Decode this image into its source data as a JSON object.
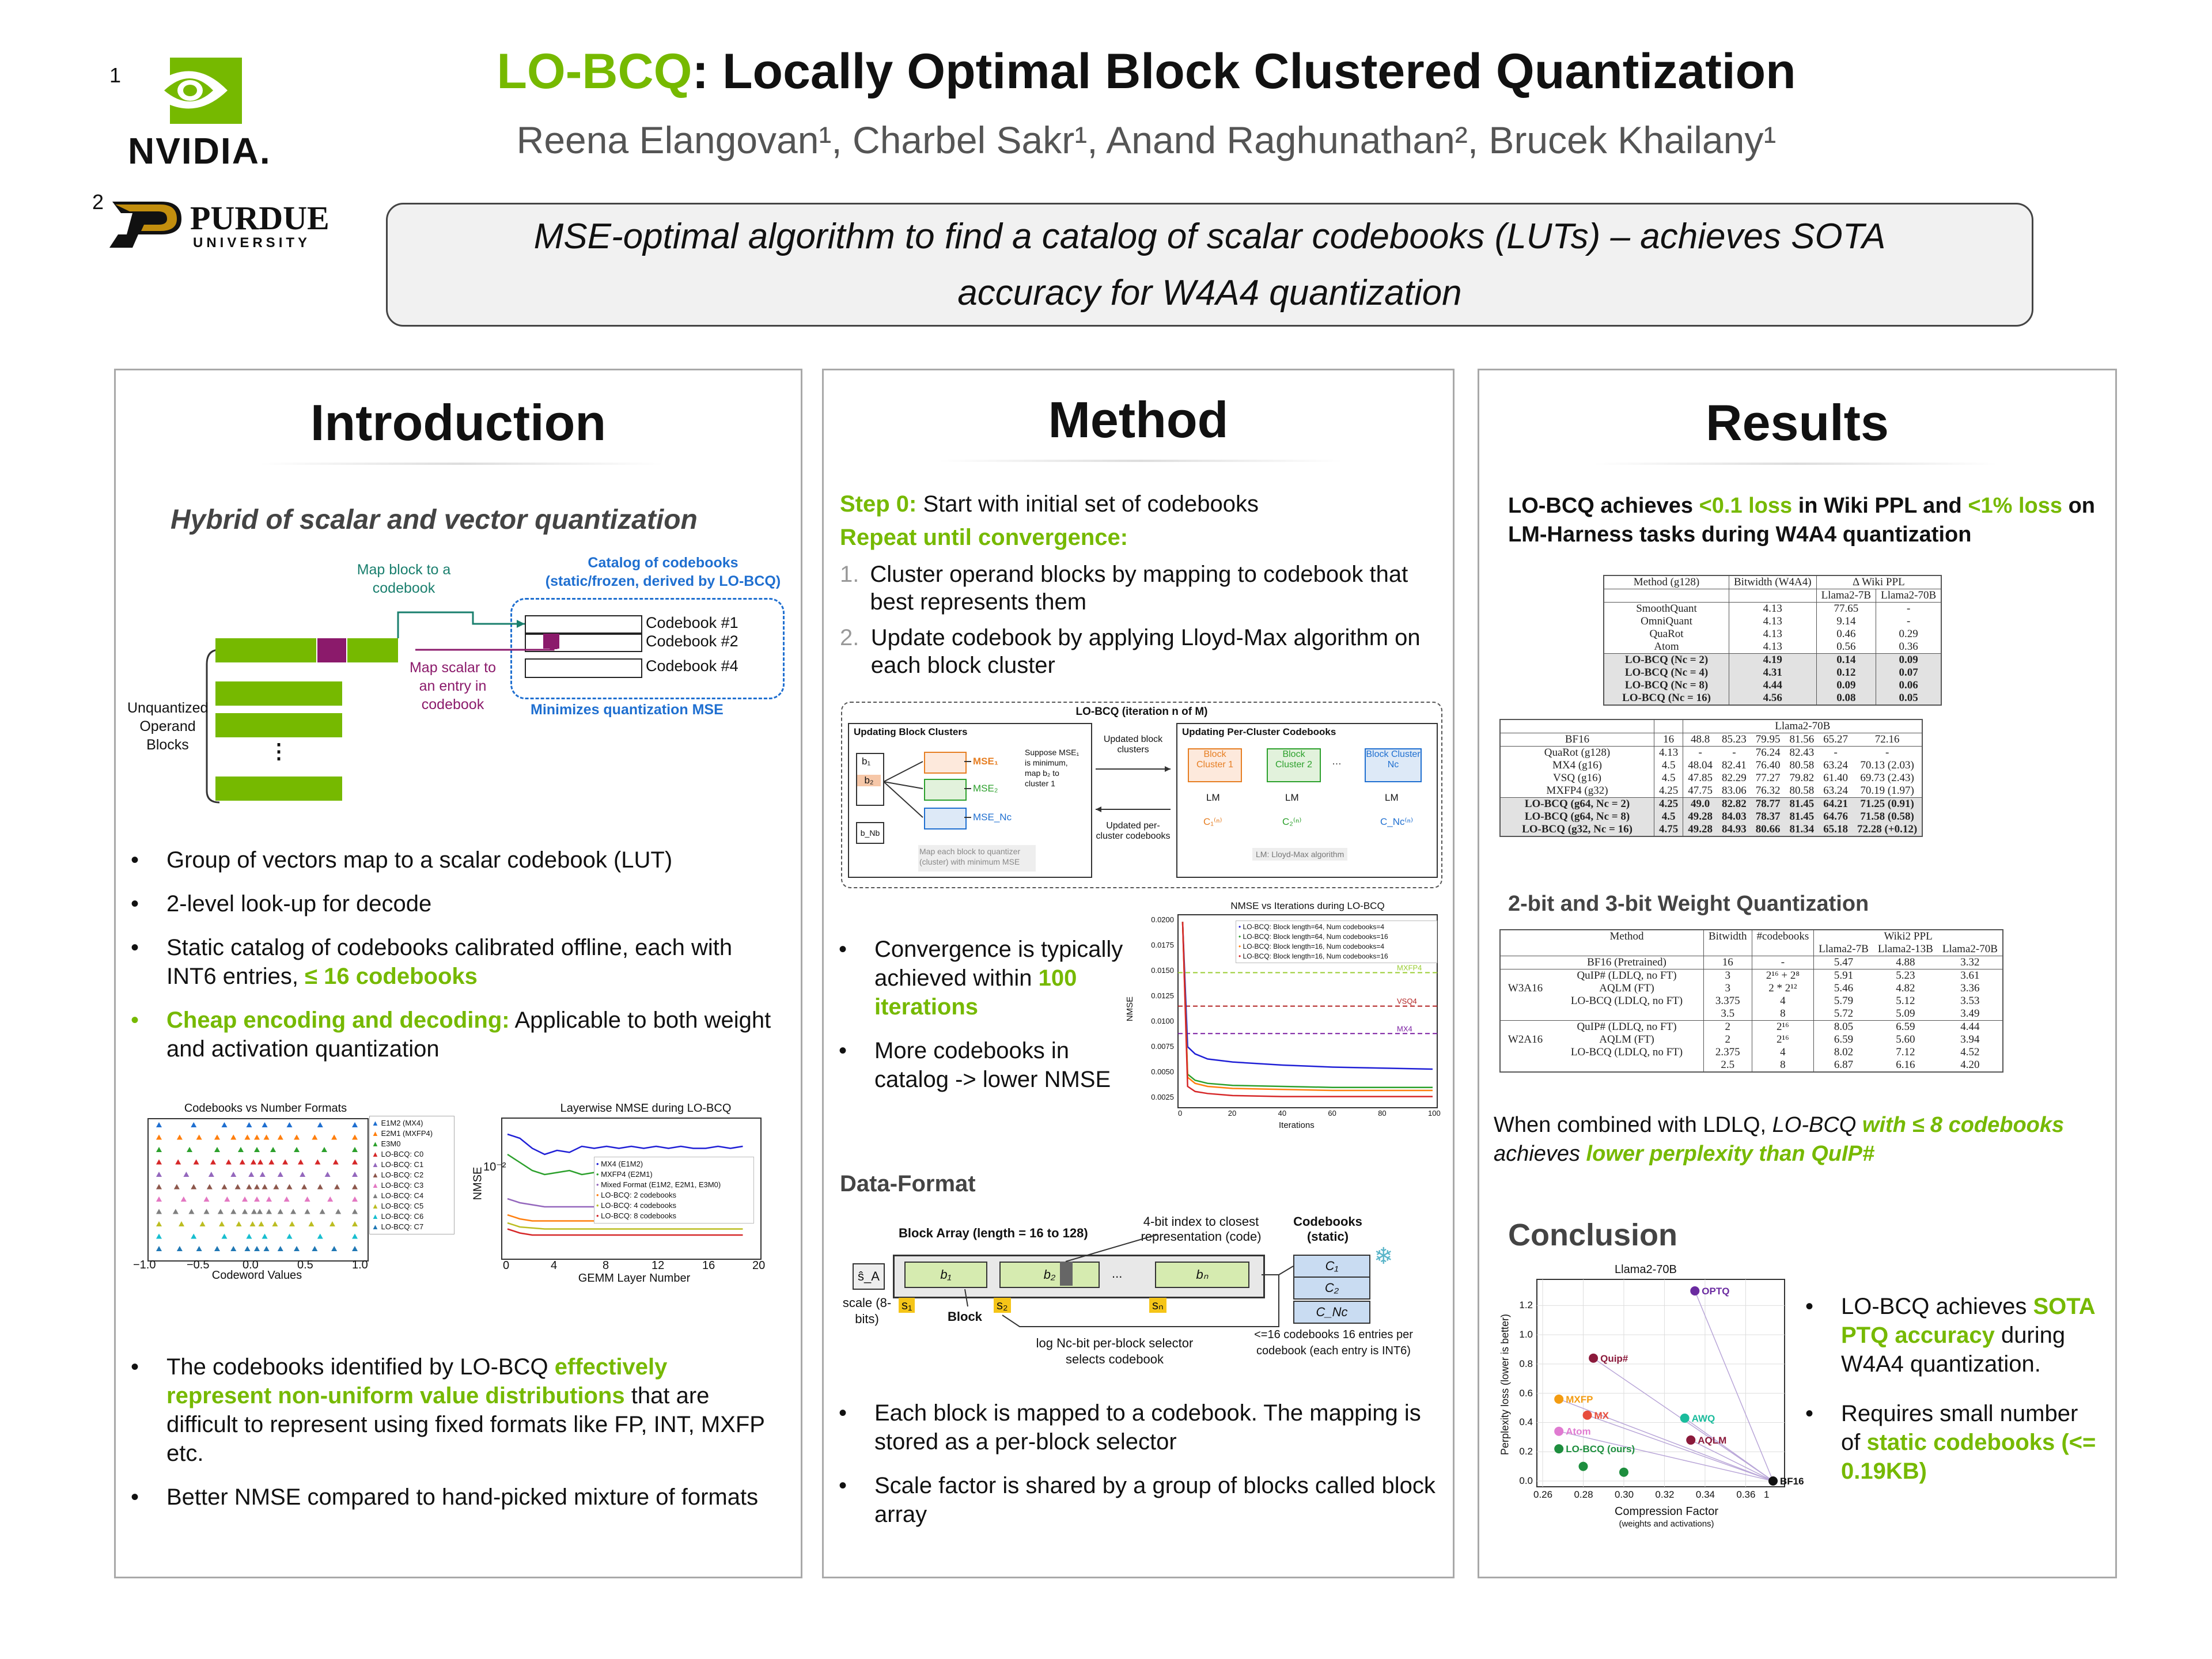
{
  "header": {
    "nvidia_sup": "1",
    "nvidia_logo": "NVIDIA.",
    "purdue_sup": "2",
    "purdue_logo": "PURDUE",
    "purdue_sub": "UNIVERSITY",
    "title_accent": "LO-BCQ",
    "title_rest": ": Locally Optimal Block Clustered Quantization",
    "authors": "Reena Elangovan¹, Charbel Sakr¹, Anand Raghunathan², Brucek Khailany¹",
    "tagline": "MSE-optimal algorithm to find a catalog of scalar codebooks (LUTs) – achieves SOTA accuracy for W4A4 quantization"
  },
  "intro": {
    "title": "Introduction",
    "subtitle": "Hybrid of scalar and vector quantization",
    "diagram": {
      "map_block": "Map block to a codebook",
      "catalog_title": "Catalog of codebooks",
      "catalog_sub": "(static/frozen, derived by LO-BCQ)",
      "cb1": "Codebook #1",
      "cb2": "Codebook #2",
      "cb4": "Codebook #4",
      "map_scalar": "Map scalar to an entry in codebook",
      "minimizes": "Minimizes quantization MSE",
      "unquantized": "Unquantized Operand Blocks",
      "dots": "⋮"
    },
    "bullets1": [
      {
        "pre": "Group of vectors map to a scalar codebook (LUT)",
        "hl": "",
        "post": ""
      },
      {
        "pre": "2-level look-up for decode",
        "hl": "",
        "post": ""
      },
      {
        "pre": "Static catalog of codebooks calibrated offline, each with INT6 entries, ",
        "hl": "≤ 16 codebooks",
        "post": ""
      },
      {
        "pre": "",
        "hl": "Cheap encoding and decoding:",
        "post": " Applicable to both weight and activation quantization"
      }
    ],
    "fig_left": {
      "title": "Codebooks vs Number Formats",
      "xlabel": "Codeword Values",
      "xticks": [
        "−1.0",
        "−0.5",
        "0.0",
        "0.5",
        "1.0"
      ],
      "legend": [
        "E1M2 (MX4)",
        "E2M1 (MXFP4)",
        "E3M0",
        "LO-BCQ: C0",
        "LO-BCQ: C1",
        "LO-BCQ: C2",
        "LO-BCQ: C3",
        "LO-BCQ: C4",
        "LO-BCQ: C5",
        "LO-BCQ: C6",
        "LO-BCQ: C7"
      ]
    },
    "fig_right": {
      "title": "Layerwise NMSE during LO-BCQ",
      "xlabel": "GEMM Layer Number",
      "ylabel": "NMSE",
      "ytick": "10⁻²",
      "xticks": [
        "0",
        "4",
        "8",
        "12",
        "16",
        "20"
      ],
      "legend": [
        "MX4 (E1M2)",
        "MXFP4 (E2M1)",
        "Mixed Format (E1M2, E2M1, E3M0)",
        "LO-BCQ: 2 codebooks",
        "LO-BCQ: 4 codebooks",
        "LO-BCQ: 8 codebooks"
      ]
    },
    "bullets2": [
      {
        "pre": "The codebooks identified by LO-BCQ ",
        "hl": "effectively represent non-uniform value distributions",
        "post": " that are difficult to represent using fixed formats like FP, INT, MXFP etc."
      },
      {
        "pre": "Better NMSE compared to hand-picked mixture of formats",
        "hl": "",
        "post": ""
      }
    ]
  },
  "method": {
    "title": "Method",
    "step0_label": "Step 0:",
    "step0_text": " Start with initial set of codebooks",
    "repeat": "Repeat until convergence:",
    "steps": [
      "Cluster operand blocks by mapping to codebook that best represents them",
      "Update codebook by applying Lloyd-Max algorithm on each  block cluster"
    ],
    "diagram": {
      "title": "LO-BCQ (iteration n of M)",
      "left_title": "Updating Block Clusters",
      "right_title": "Updating Per-Cluster Codebooks",
      "b1": "b₁",
      "b2": "b₂",
      "bnb": "b_Nb",
      "mse1": "MSE₁",
      "mse2": "MSE₂",
      "msen": "MSE_Nc",
      "suppose": "Suppose MSE₁ is minimum, map b₂ to cluster 1",
      "map_each": "Map each block to quantizer (cluster) with minimum MSE",
      "updated_clusters": "Updated block clusters",
      "updated_codebooks": "Updated per-cluster codebooks",
      "cl1": "Block Cluster 1",
      "cl2": "Block Cluster 2",
      "cln": "Block Cluster Nc",
      "lm": "LM",
      "lm_note": "LM: Lloyd-Max algorithm",
      "c1": "C₁⁽ⁿ⁾",
      "c2": "C₂⁽ⁿ⁾",
      "cn": "C_Nc⁽ⁿ⁾"
    },
    "conv_bullets": [
      {
        "pre": "Convergence is typically achieved within ",
        "hl": "100 iterations",
        "post": ""
      },
      {
        "pre": "More codebooks in catalog -> lower NMSE",
        "hl": "",
        "post": ""
      }
    ],
    "nmse_chart": {
      "title": "NMSE vs Iterations during LO-BCQ",
      "xlabel": "Iterations",
      "ylabel": "NMSE",
      "xticks": [
        "0",
        "20",
        "40",
        "60",
        "80",
        "100"
      ],
      "yticks": [
        "0.0025",
        "0.0050",
        "0.0075",
        "0.0100",
        "0.0125",
        "0.0150",
        "0.0175",
        "0.0200"
      ],
      "legend": [
        "LO-BCQ: Block length=64, Num codebooks=4",
        "LO-BCQ: Block length=64, Num codebooks=16",
        "LO-BCQ: Block length=16, Num codebooks=4",
        "LO-BCQ: Block length=16, Num codebooks=16"
      ],
      "refs": [
        "MXFP4",
        "VSQ4",
        "MX4"
      ]
    },
    "df_title": "Data-Format",
    "df": {
      "block_array": "Block Array (length = 16 to 128)",
      "idx": "4-bit index to closest representation (code)",
      "codebooks": "Codebooks (static)",
      "sA": "ŝ_A",
      "scale": "scale (8-bits)",
      "b1": "b₁",
      "b2": "b₂",
      "bn": "bₙ",
      "dots": "...",
      "s1": "s₁",
      "s2": "s₂",
      "sn": "sₙ",
      "block": "Block",
      "selector": "log Nc-bit per-block selector selects codebook",
      "cb_note": "<=16 codebooks 16 entries per codebook (each entry is INT6)",
      "C1": "C₁",
      "C2": "C₂",
      "CN": "C_Nc"
    },
    "bullets": [
      "Each block is mapped to a codebook. The mapping is stored as a per-block selector",
      "Scale factor is shared by a group of blocks called block array"
    ]
  },
  "results": {
    "title": "Results",
    "lead_pre": "LO-BCQ achieves ",
    "lead_hl1": "<0.1 loss",
    "lead_mid": " in Wiki PPL and ",
    "lead_hl2": "<1% loss",
    "lead_post": " on LM-Harness tasks during W4A4 quantization",
    "table1": {
      "head": [
        "Method (g128)",
        "Bitwidth (W4A4)",
        "Δ Wiki PPL",
        "Llama2-7B",
        "Llama2-70B"
      ],
      "rows": [
        [
          "SmoothQuant",
          "4.13",
          "77.65",
          "-"
        ],
        [
          "OmniQuant",
          "4.13",
          "9.14",
          "-"
        ],
        [
          "QuaRot",
          "4.13",
          "0.46",
          "0.29"
        ],
        [
          "Atom",
          "4.13",
          "0.56",
          "0.36"
        ],
        [
          "LO-BCQ (Nc = 2)",
          "4.19",
          "0.14",
          "0.09"
        ],
        [
          "LO-BCQ (Nc = 4)",
          "4.31",
          "0.12",
          "0.07"
        ],
        [
          "LO-BCQ (Nc = 8)",
          "4.44",
          "0.09",
          "0.06"
        ],
        [
          "LO-BCQ (Nc = 16)",
          "4.56",
          "0.08",
          "0.05"
        ]
      ]
    },
    "table2": {
      "head": "Llama2-70B",
      "rows": [
        [
          "BF16",
          "16",
          "48.8",
          "85.23",
          "79.95",
          "81.56",
          "65.27",
          "72.16"
        ],
        [
          "QuaRot (g128)",
          "4.13",
          "-",
          "-",
          "76.24",
          "82.43",
          "-",
          "-"
        ],
        [
          "MX4 (g16)",
          "4.5",
          "48.04",
          "82.41",
          "76.40",
          "80.58",
          "63.24",
          "70.13 (2.03)"
        ],
        [
          "VSQ (g16)",
          "4.5",
          "47.85",
          "82.29",
          "77.27",
          "79.82",
          "61.40",
          "69.73 (2.43)"
        ],
        [
          "MXFP4 (g32)",
          "4.25",
          "47.75",
          "83.06",
          "76.32",
          "80.58",
          "63.24",
          "70.19 (1.97)"
        ],
        [
          "LO-BCQ (g64, Nc = 2)",
          "4.25",
          "49.0",
          "82.82",
          "78.77",
          "81.45",
          "64.21",
          "71.25 (0.91)"
        ],
        [
          "LO-BCQ (g64, Nc = 8)",
          "4.5",
          "49.28",
          "84.03",
          "78.37",
          "81.45",
          "64.76",
          "71.58 (0.58)"
        ],
        [
          "LO-BCQ (g32, Nc = 16)",
          "4.75",
          "49.28",
          "84.93",
          "80.66",
          "81.34",
          "65.18",
          "72.28 (+0.12)"
        ]
      ]
    },
    "wq_title": "2-bit and 3-bit  Weight Quantization",
    "table3": {
      "head": [
        "Method",
        "Bitwidth",
        "#codebooks",
        "Wiki2 PPL",
        "Llama2-7B",
        "Llama2-13B",
        "Llama2-70B"
      ],
      "bf16": [
        "BF16 (Pretrained)",
        "16",
        "-",
        "5.47",
        "4.88",
        "3.32"
      ],
      "w3_label": "W3A16",
      "w3": [
        [
          "QuIP# (LDLQ, no FT)",
          "3",
          "2¹⁶ + 2⁸",
          "5.91",
          "5.23",
          "3.61"
        ],
        [
          "AQLM (FT)",
          "3",
          "2 * 2¹²",
          "5.46",
          "4.82",
          "3.36"
        ],
        [
          "LO-BCQ (LDLQ, no FT)",
          "3.375",
          "4",
          "5.79",
          "5.12",
          "3.53"
        ],
        [
          "",
          "3.5",
          "8",
          "5.72",
          "5.09",
          "3.49"
        ]
      ],
      "w2_label": "W2A16",
      "w2": [
        [
          "QuIP# (LDLQ, no FT)",
          "2",
          "2¹⁶",
          "8.05",
          "6.59",
          "4.44"
        ],
        [
          "AQLM (FT)",
          "2",
          "2¹⁶",
          "6.59",
          "5.60",
          "3.94"
        ],
        [
          "LO-BCQ (LDLQ, no FT)",
          "2.375",
          "4",
          "8.02",
          "7.12",
          "4.52"
        ],
        [
          "",
          "2.5",
          "8",
          "6.87",
          "6.16",
          "4.20"
        ]
      ]
    },
    "ldlq_pre": "When combined with LDLQ, ",
    "ldlq_it": "LO-BCQ ",
    "ldlq_hl1": "with ≤ 8 codebooks",
    "ldlq_mid": " achieves ",
    "ldlq_hl2": "lower perplexity than QuIP#",
    "conclusion_title": "Conclusion",
    "scatter": {
      "title": "Llama2-70B",
      "xlabel": "Compression Factor",
      "xsub": "(weights and activations)",
      "ylabel": "Perplexity loss (lower is better)",
      "xticks": [
        "0.26",
        "0.28",
        "0.30",
        "0.32",
        "0.34",
        "0.36",
        "1"
      ],
      "yticks": [
        "0.0",
        "0.2",
        "0.4",
        "0.6",
        "0.8",
        "1.0",
        "1.2"
      ],
      "labels": [
        "OPTQ",
        "Quip#",
        "AQLM",
        "MXFP",
        "MX",
        "AWQ",
        "Atom",
        "LO-BCQ (ours)",
        "BF16"
      ]
    },
    "conc_bullets": [
      {
        "pre": "LO-BCQ achieves ",
        "hl": "SOTA PTQ accuracy",
        "post": " during W4A4 quantization."
      },
      {
        "pre": "Requires small number of ",
        "hl": "static codebooks (<= 0.19KB)",
        "post": ""
      }
    ]
  },
  "chart_data": [
    {
      "type": "scatter",
      "title": "Llama2-70B",
      "xlabel": "Compression Factor",
      "ylabel": "Perplexity loss (lower is better)",
      "xlim": [
        0.26,
        0.37
      ],
      "ylim": [
        0.0,
        1.3
      ],
      "points": [
        {
          "name": "OPTQ",
          "x": 0.335,
          "y": 1.3,
          "color": "#6a2aa0"
        },
        {
          "name": "Quip#",
          "x": 0.285,
          "y": 0.84,
          "color": "#8b1a3b"
        },
        {
          "name": "MXFP",
          "x": 0.268,
          "y": 0.56,
          "color": "#f39c12"
        },
        {
          "name": "MX",
          "x": 0.282,
          "y": 0.45,
          "color": "#e74c3c"
        },
        {
          "name": "AWQ",
          "x": 0.33,
          "y": 0.43,
          "color": "#1abc9c"
        },
        {
          "name": "Atom",
          "x": 0.268,
          "y": 0.34,
          "color": "#e07bd1"
        },
        {
          "name": "AQLM",
          "x": 0.333,
          "y": 0.28,
          "color": "#8b1a3b"
        },
        {
          "name": "LO-BCQ (ours)",
          "x": 0.268,
          "y": 0.22,
          "color": "#1e8e3e"
        },
        {
          "name": "LO-BCQ (ours)",
          "x": 0.28,
          "y": 0.1,
          "color": "#1e8e3e"
        },
        {
          "name": "LO-BCQ (ours)",
          "x": 0.3,
          "y": 0.06,
          "color": "#1e8e3e"
        },
        {
          "name": "BF16",
          "x": 0.37,
          "y": 0.0,
          "color": "#111111"
        }
      ]
    },
    {
      "type": "line",
      "title": "NMSE vs Iterations during LO-BCQ",
      "xlabel": "Iterations",
      "ylabel": "NMSE",
      "xlim": [
        0,
        100
      ],
      "ylim": [
        0.0015,
        0.0205
      ],
      "x": [
        0,
        2,
        5,
        10,
        20,
        40,
        60,
        80,
        100
      ],
      "series": [
        {
          "name": "LO-BCQ: Block length=64, Num codebooks=4",
          "color": "#1f1fd6",
          "values": [
            0.0198,
            0.0075,
            0.0068,
            0.0063,
            0.006,
            0.0057,
            0.0055,
            0.0054,
            0.0053
          ]
        },
        {
          "name": "LO-BCQ: Block length=64, Num codebooks=16",
          "color": "#2ca02c",
          "values": [
            0.0198,
            0.0048,
            0.0042,
            0.0039,
            0.0037,
            0.0036,
            0.0035,
            0.0035,
            0.0035
          ]
        },
        {
          "name": "LO-BCQ: Block length=16, Num codebooks=4",
          "color": "#ff7f0e",
          "values": [
            0.0198,
            0.0045,
            0.0039,
            0.0036,
            0.0034,
            0.0033,
            0.0032,
            0.0032,
            0.0032
          ]
        },
        {
          "name": "LO-BCQ: Block length=16, Num codebooks=16",
          "color": "#d62728",
          "values": [
            0.0198,
            0.0036,
            0.0031,
            0.0029,
            0.0027,
            0.0026,
            0.0026,
            0.0026,
            0.0026
          ]
        }
      ],
      "reference_lines": [
        {
          "name": "MXFP4",
          "value": 0.0148,
          "color": "#9acd32"
        },
        {
          "name": "VSQ4",
          "value": 0.0115,
          "color": "#b22222"
        },
        {
          "name": "MX4",
          "value": 0.0088,
          "color": "#7b1fa2"
        }
      ]
    },
    {
      "type": "line",
      "title": "Layerwise NMSE during LO-BCQ",
      "xlabel": "GEMM Layer Number",
      "ylabel": "NMSE",
      "xlim": [
        0,
        20
      ],
      "x": [
        0,
        1,
        2,
        3,
        4,
        5,
        6,
        7,
        8,
        9,
        10,
        11,
        12,
        13,
        14,
        15,
        16,
        17,
        18,
        19
      ],
      "series": [
        {
          "name": "MX4 (E1M2)",
          "color": "#1f1fd6",
          "values": [
            0.62,
            0.6,
            0.55,
            0.52,
            0.54,
            0.53,
            0.56,
            0.55,
            0.56,
            0.55,
            0.56,
            0.55,
            0.56,
            0.55,
            0.56,
            0.55,
            0.55,
            0.56,
            0.55,
            0.56
          ]
        },
        {
          "name": "MXFP4 (E2M1)",
          "color": "#2ca02c",
          "values": [
            0.52,
            0.48,
            0.44,
            0.42,
            0.43,
            0.44,
            0.42,
            0.43,
            0.44,
            0.42,
            0.43,
            0.44,
            0.42,
            0.43,
            0.44,
            0.43,
            0.43,
            0.44,
            0.43,
            0.43
          ]
        },
        {
          "name": "Mixed Format (E1M2, E2M1, E3M0)",
          "color": "#9467bd",
          "values": [
            0.3,
            0.28,
            0.27,
            0.26,
            0.26,
            0.26,
            0.26,
            0.26,
            0.26,
            0.26,
            0.26,
            0.26,
            0.26,
            0.26,
            0.26,
            0.26,
            0.26,
            0.26,
            0.26,
            0.26
          ]
        },
        {
          "name": "LO-BCQ: 2 codebooks",
          "color": "#ff7f0e",
          "values": [
            0.22,
            0.2,
            0.19,
            0.19,
            0.19,
            0.19,
            0.19,
            0.19,
            0.19,
            0.19,
            0.19,
            0.19,
            0.19,
            0.19,
            0.19,
            0.19,
            0.19,
            0.19,
            0.19,
            0.19
          ]
        },
        {
          "name": "LO-BCQ: 4 codebooks",
          "color": "#bcbd22",
          "values": [
            0.18,
            0.16,
            0.155,
            0.15,
            0.15,
            0.15,
            0.15,
            0.15,
            0.15,
            0.15,
            0.15,
            0.15,
            0.15,
            0.15,
            0.15,
            0.15,
            0.15,
            0.15,
            0.15,
            0.15
          ]
        },
        {
          "name": "LO-BCQ: 8 codebooks",
          "color": "#d62728",
          "values": [
            0.15,
            0.13,
            0.12,
            0.12,
            0.12,
            0.12,
            0.12,
            0.12,
            0.12,
            0.12,
            0.12,
            0.12,
            0.12,
            0.12,
            0.12,
            0.12,
            0.12,
            0.12,
            0.12,
            0.12
          ]
        }
      ]
    }
  ]
}
